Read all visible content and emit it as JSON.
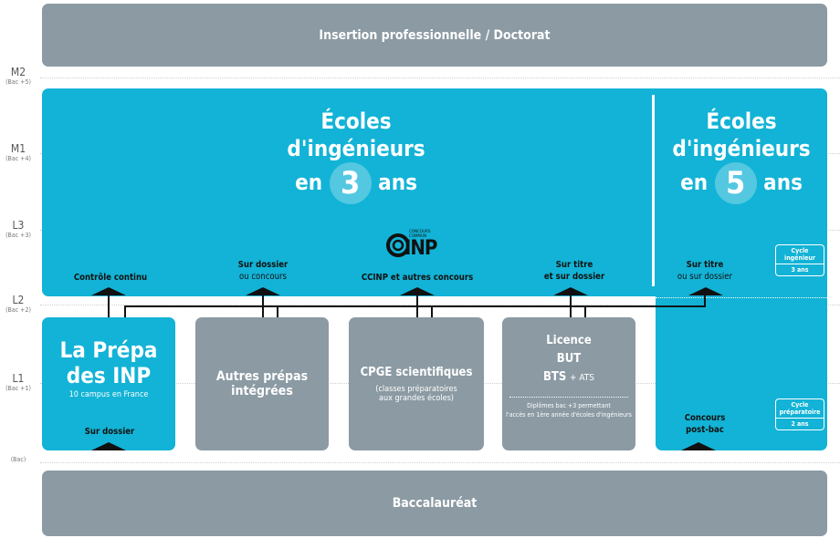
{
  "top_bar": {
    "label": "Insertion professionnelle / Doctorat"
  },
  "bottom_bar": {
    "label": "Baccalauréat"
  },
  "levels": [
    {
      "main": "M2",
      "sub": "(Bac +5)"
    },
    {
      "main": "M1",
      "sub": "(Bac +4)"
    },
    {
      "main": "L3",
      "sub": "(Bac +3)"
    },
    {
      "main": "L2",
      "sub": "(Bac +2)"
    },
    {
      "main": "L1",
      "sub": "(Bac +1)"
    },
    {
      "main": "",
      "sub": "(Bac)"
    }
  ],
  "school3": {
    "line1": "Écoles",
    "line2": "d'ingénieurs",
    "pre": "en",
    "num": "3",
    "post": "ans"
  },
  "school5": {
    "line1": "Écoles",
    "line2": "d'ingénieurs",
    "pre": "en",
    "num": "5",
    "post": "ans"
  },
  "logo": {
    "small_top": "CONCOURS",
    "small_bottom": "COMMUN",
    "text": "INP"
  },
  "admissions": {
    "controle": "Contrôle continu",
    "dossier_l1": "Sur dossier",
    "dossier_l2": "ou concours",
    "ccinp": "CCINP et autres concours",
    "titre_l1": "Sur titre",
    "titre_l2": "et sur dossier",
    "titre5_l1": "Sur titre",
    "titre5_l2": "ou sur dossier"
  },
  "prepa": {
    "l1": "La Prépa",
    "l2": "des INP",
    "sub": "10 campus en France",
    "access": "Sur dossier"
  },
  "autres": {
    "l1": "Autres prépas",
    "l2": "intégrées"
  },
  "cpge": {
    "title": "CPGE scientifiques",
    "s1": "(classes préparatoires",
    "s2": "aux grandes écoles)"
  },
  "licence": {
    "l1": "Licence",
    "l2": "BUT",
    "l3a": "BTS",
    "l3b": "+ ATS",
    "n1": "Diplômes bac +3 permettant",
    "n2": "l'accès en 1ère année d'écoles d'ingénieurs"
  },
  "concours_postbac": {
    "l1": "Concours",
    "l2": "post-bac"
  },
  "badge_ing": {
    "l1": "Cycle",
    "l2": "ingénieur",
    "years": "3 ans"
  },
  "badge_prep": {
    "l1": "Cycle",
    "l2": "préparatoire",
    "years": "2 ans"
  },
  "colors": {
    "cyan": "#12b3d6",
    "gray": "#8b9aa3",
    "dark": "#111111"
  }
}
